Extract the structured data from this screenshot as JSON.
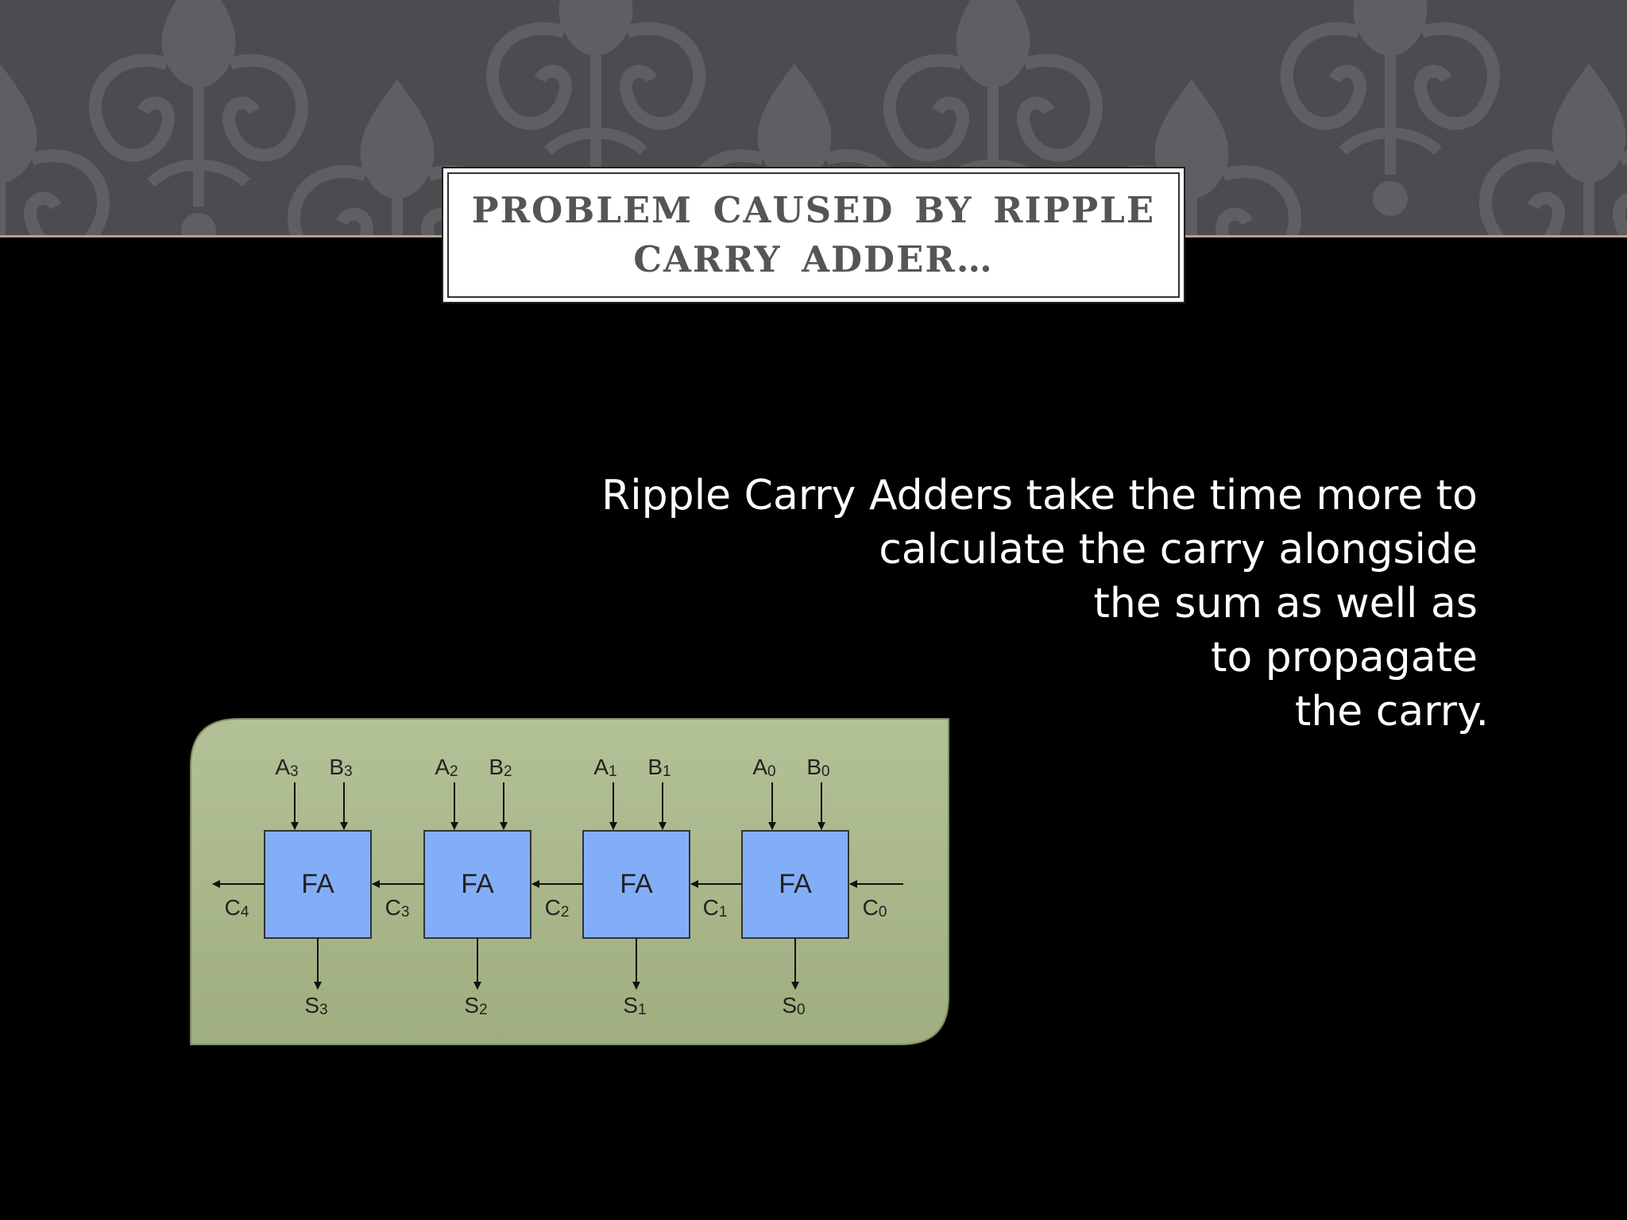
{
  "slide": {
    "title": "PROBLEM  CAUSED  BY  RIPPLE\nCARRY  ADDER…",
    "body_lines": [
      "Ripple Carry Adders take the time more to",
      "calculate the carry alongside",
      "the sum as well as",
      "to propagate",
      "the carry."
    ]
  },
  "diagram": {
    "block_label": "FA",
    "blocks": [
      {
        "a": "A",
        "b": "B",
        "index": "3",
        "sum": "S",
        "carry_out": "C4",
        "carry_in": "C3"
      },
      {
        "a": "A",
        "b": "B",
        "index": "2",
        "sum": "S",
        "carry_out": "C3",
        "carry_in": "C2"
      },
      {
        "a": "A",
        "b": "B",
        "index": "1",
        "sum": "S",
        "carry_out": "C2",
        "carry_in": "C1"
      },
      {
        "a": "A",
        "b": "B",
        "index": "0",
        "sum": "S",
        "carry_out": "C1",
        "carry_in": "C0"
      }
    ],
    "carry_labels": [
      {
        "letter": "C",
        "index": "4"
      },
      {
        "letter": "C",
        "index": "3"
      },
      {
        "letter": "C",
        "index": "2"
      },
      {
        "letter": "C",
        "index": "1"
      },
      {
        "letter": "C",
        "index": "0"
      }
    ]
  },
  "colors": {
    "header_band": "#4c4b4f",
    "panel_fill": "#a9b98a",
    "fa_block": "#82aef8",
    "background": "#000000"
  }
}
